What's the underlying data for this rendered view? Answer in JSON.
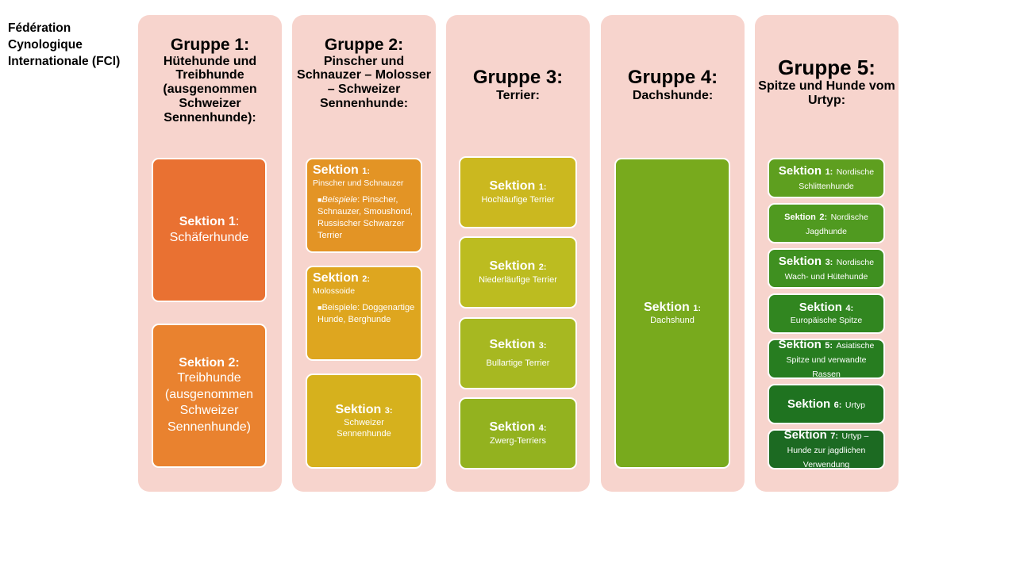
{
  "org_title": "Fédération Cynologique Internationale (FCI)",
  "colors": {
    "group_background": "#f7d4cd",
    "section_border": "#ffffff"
  },
  "groups": [
    {
      "number": "Gruppe 1:",
      "name": "Hütehunde und Treibhunde (ausgenommen Schweizer Sennenhunde):",
      "sections": [
        {
          "label": "Sektion 1",
          "suffix": ":",
          "name": "Schäferhunde",
          "color": "#e97132"
        },
        {
          "label": "Sektion 2",
          "suffix": ":",
          "name": "Treibhunde (ausgenommen Schweizer Sennenhunde)",
          "color": "#e9822f"
        }
      ]
    },
    {
      "number": "Gruppe 2:",
      "name": "Pinscher und Schnauzer – Molosser – Schweizer Sennenhunde:",
      "sections": [
        {
          "label": "Sektion",
          "suffix": "1:",
          "name": "Pinscher und Schnauzer",
          "example_label": "Beispiele",
          "example_text": ": Pinscher, Schnauzer, Smoushond, Russischer Schwarzer Terrier",
          "color": "#e39425"
        },
        {
          "label": "Sektion",
          "suffix": "2:",
          "name": "Molossoide",
          "example_label": "Beispiele",
          "example_text": ": Doggenartige Hunde, Berghunde",
          "color": "#dea61f"
        },
        {
          "label": "Sektion",
          "suffix": "3:",
          "name": "Schweizer Sennenhunde",
          "color": "#d6b11d"
        }
      ]
    },
    {
      "number": "Gruppe 3:",
      "name": "Terrier:",
      "sections": [
        {
          "label": "Sektion",
          "suffix": "1:",
          "name": "Hochläufige Terrier",
          "color": "#cbb81f"
        },
        {
          "label": "Sektion",
          "suffix": "2:",
          "name": "Niederläufige Terrier",
          "color": "#bcbc20"
        },
        {
          "label": "Sektion",
          "suffix": "3:",
          "name": "Bullartige Terrier",
          "color": "#a7b821"
        },
        {
          "label": "Sektion",
          "suffix": "4:",
          "name": "Zwerg-Terriers",
          "color": "#93b21f"
        }
      ]
    },
    {
      "number": "Gruppe 4:",
      "name": "Dachshunde:",
      "sections": [
        {
          "label": "Sektion",
          "suffix": "1:",
          "name": "Dachshund",
          "color": "#78aa1d"
        }
      ]
    },
    {
      "number": "Gruppe 5:",
      "name": "Spitze und Hunde vom Urtyp:",
      "sections": [
        {
          "label": "Sektion",
          "suffix": "1:",
          "name": "Nordische Schlittenhunde",
          "color": "#5e9f1f"
        },
        {
          "label": "Sektion",
          "suffix": "2:",
          "name": "Nordische Jagdhunde",
          "color": "#509a20"
        },
        {
          "label": "Sektion",
          "suffix": "3:",
          "name": "Nordische Wach- und Hütehunde",
          "color": "#3f9020"
        },
        {
          "label": "Sektion",
          "suffix": "4:",
          "name": "Europäische Spitze",
          "color": "#318620"
        },
        {
          "label": "Sektion",
          "suffix": "5:",
          "name": "Asiatische Spitze und verwandte Rassen",
          "color": "#277d20"
        },
        {
          "label": "Sektion",
          "suffix": "6:",
          "name": "Urtyp",
          "color": "#1f7320"
        },
        {
          "label": "Sektion",
          "suffix": "7:",
          "name": "Urtyp – Hunde zur jagdlichen Verwendung",
          "color": "#1c6a22"
        }
      ]
    }
  ]
}
